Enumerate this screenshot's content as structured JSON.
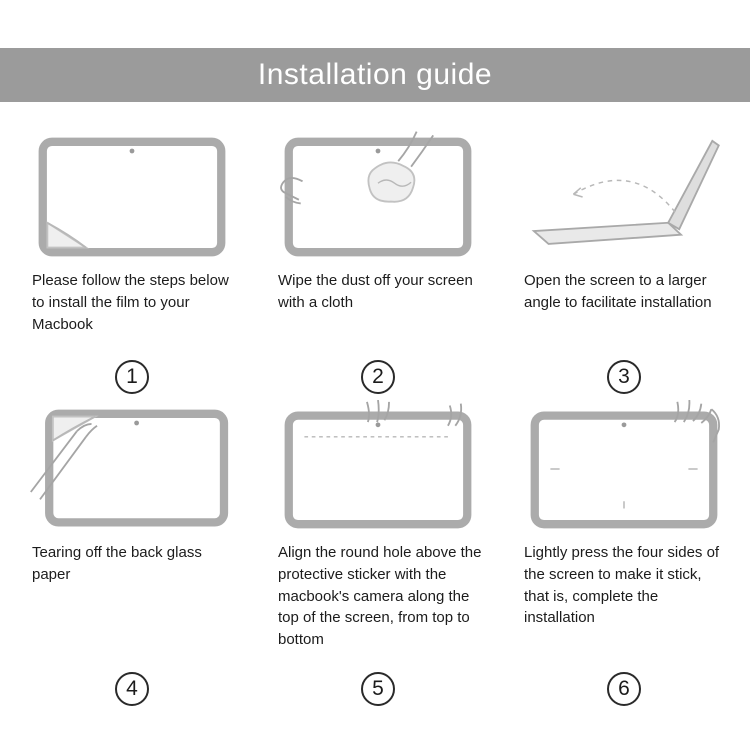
{
  "header": {
    "title": "Installation guide"
  },
  "colors": {
    "banner_bg": "#9b9b9b",
    "line_art": "#ababab",
    "text": "#1c1c1c"
  },
  "steps": [
    {
      "number": "1",
      "icon": "macbook-screen-film-peel-icon",
      "caption": "Please follow the steps below to install the film to your Macbook"
    },
    {
      "number": "2",
      "icon": "wipe-cloth-icon",
      "caption": "Wipe the dust off your screen with a cloth"
    },
    {
      "number": "3",
      "icon": "open-laptop-angle-icon",
      "caption": "Open the screen to a larger angle to facilitate installation"
    },
    {
      "number": "4",
      "icon": "tear-back-paper-icon",
      "caption": "Tearing off the back glass paper"
    },
    {
      "number": "5",
      "icon": "align-camera-hole-icon",
      "caption": "Align the round hole above the protective sticker with the macbook's camera along the top of the screen, from top to bottom"
    },
    {
      "number": "6",
      "icon": "press-four-sides-icon",
      "caption": "Lightly press the four sides of the screen to make it stick, that is, complete the installation"
    }
  ]
}
